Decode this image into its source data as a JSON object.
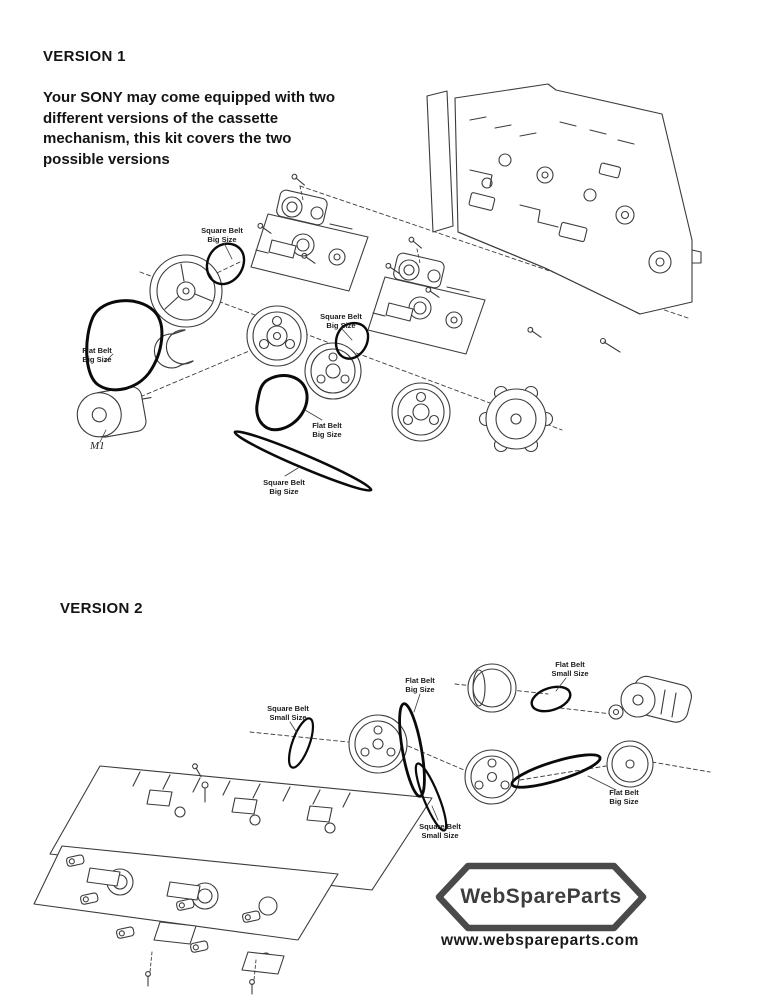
{
  "version1": {
    "heading": "VERSION 1",
    "description": "Your SONY may come equipped with two different versions of the cassette mechanism, this kit covers the two possible versions",
    "labels": [
      {
        "id": "square-belt-big-top",
        "text": "Square Belt\nBig Size"
      },
      {
        "id": "square-belt-big-mid",
        "text": "Square Belt\nBig Size"
      },
      {
        "id": "flat-belt-big-left",
        "text": "Flat Belt\nBig Size"
      },
      {
        "id": "flat-belt-big-mid",
        "text": "Flat Belt\nBig Size"
      },
      {
        "id": "square-belt-big-bottom",
        "text": "Square Belt\nBig Size"
      }
    ],
    "motor_label": "M1"
  },
  "version2": {
    "heading": "VERSION 2",
    "labels": [
      {
        "id": "flat-belt-big-top",
        "text": "Flat Belt\nBig Size"
      },
      {
        "id": "flat-belt-small",
        "text": "Flat Belt\nSmall Size"
      },
      {
        "id": "square-belt-small-left",
        "text": "Square Belt\nSmall Size"
      },
      {
        "id": "square-belt-small-mid",
        "text": "Square Belt\nSmall Size"
      },
      {
        "id": "flat-belt-big-right",
        "text": "Flat Belt\nBig Size"
      }
    ]
  },
  "footer": {
    "brand": "WebSpareParts",
    "website": "www.webspareparts.com"
  },
  "colors": {
    "line_art": "#3c3c3c",
    "belt": "#0a0a0a",
    "logo": "#4a4a4a"
  }
}
